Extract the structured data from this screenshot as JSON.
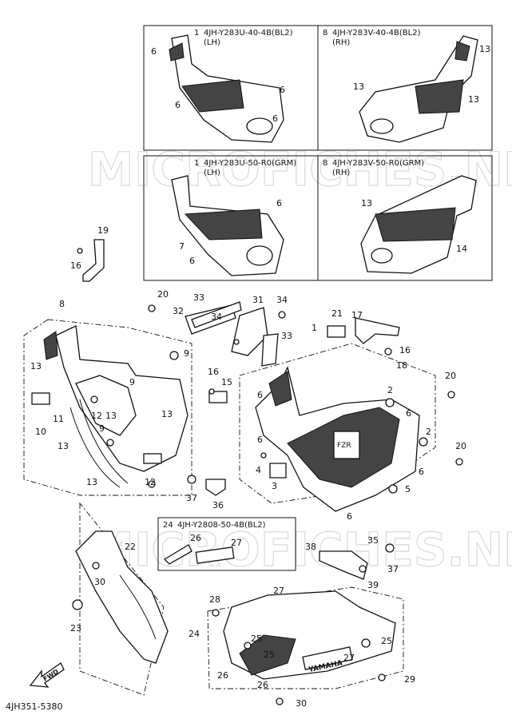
{
  "boxes": {
    "top_left": {
      "num": "1",
      "code": "4JH-Y283U-40-4B(BL2)",
      "side": "(LH)"
    },
    "top_right": {
      "num": "8",
      "code": "4JH-Y283V-40-4B(BL2)",
      "side": "(RH)"
    },
    "mid_left": {
      "num": "1",
      "code": "4JH-Y283U-50-R0(GRM)",
      "side": "(LH)"
    },
    "mid_right": {
      "num": "8",
      "code": "4JH-Y283V-50-R0(GRM)",
      "side": "(RH)"
    },
    "inset": {
      "num": "24",
      "code": "4JH-Y2808-50-4B(BL2)"
    }
  },
  "watermark": "MICROFICHES.NET",
  "fwd_label": "FWD",
  "decal_text": "YAMAHA",
  "doc_code": "4JH351-5380",
  "callouts": {
    "c1a": "6",
    "c1b": "6",
    "c1c": "6",
    "c1d": "6",
    "c2a": "13",
    "c2b": "13",
    "c2c": "13",
    "c3a": "6",
    "c3b": "7",
    "c3c": "6",
    "c4a": "13",
    "c4b": "14",
    "n1": "1",
    "n2": "2",
    "n2b": "2",
    "n3": "3",
    "n4": "4",
    "n5": "5",
    "n6a": "6",
    "n6b": "6",
    "n6c": "6",
    "n6d": "6",
    "n6e": "6",
    "n8": "8",
    "n9a": "9",
    "n9b": "9",
    "n9c": "9",
    "n10": "10",
    "n11": "11",
    "n12a": "12",
    "n12b": "12",
    "n13a": "13",
    "n13b": "13",
    "n13c": "13",
    "n13d": "13",
    "n13e": "13",
    "n15": "15",
    "n16a": "16",
    "n16b": "16",
    "n16c": "16",
    "n17": "17",
    "n18": "18",
    "n19": "19",
    "n20a": "20",
    "n20b": "20",
    "n20c": "20",
    "n21": "21",
    "n22": "22",
    "n23": "23",
    "n24": "24",
    "n25a": "25",
    "n25b": "25",
    "n25c": "25",
    "n26a": "26",
    "n26b": "26",
    "n26c": "26",
    "n27a": "27",
    "n27b": "27",
    "n27c": "27",
    "n28": "28",
    "n29": "29",
    "n30a": "30",
    "n30b": "30",
    "n31": "31",
    "n32": "32",
    "n33a": "33",
    "n33b": "33",
    "n34a": "34",
    "n34b": "34",
    "n35": "35",
    "n36": "36",
    "n37a": "37",
    "n37b": "37",
    "n38": "38",
    "n39": "39"
  }
}
